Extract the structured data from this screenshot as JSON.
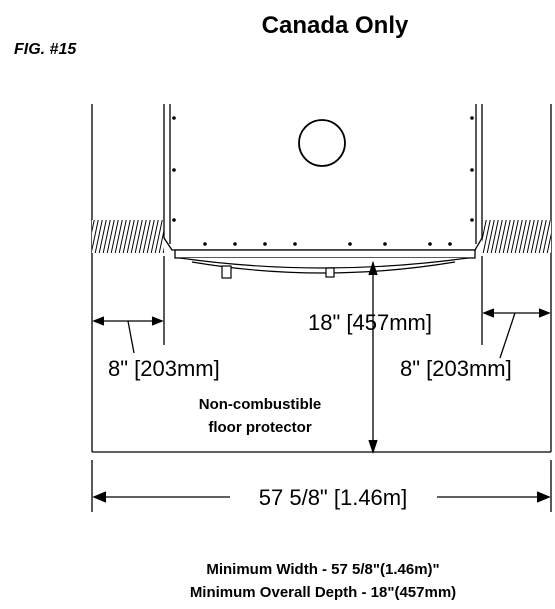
{
  "header": {
    "title": "Canada Only",
    "figure_label": "FIG. #15"
  },
  "diagram": {
    "depth_dimension": "18\" [457mm]",
    "left_side_clearance": "8\" [203mm]",
    "right_side_clearance": "8\" [203mm]",
    "protector_label_line1": "Non-combustible",
    "protector_label_line2": "floor protector",
    "overall_width": "57 5/8\" [1.46m]"
  },
  "footer": {
    "min_width": "Minimum Width - 57 5/8\"(1.46m)\"",
    "min_depth": "Minimum Overall Depth - 18\"(457mm)"
  }
}
